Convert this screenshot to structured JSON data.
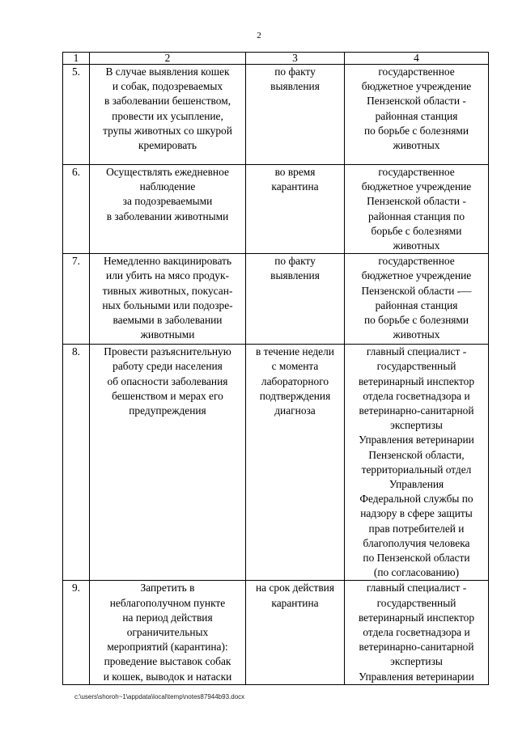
{
  "page": {
    "number": "2"
  },
  "table": {
    "header": [
      "1",
      "2",
      "3",
      "4"
    ],
    "rows": [
      {
        "num": "5.",
        "action": "В случае выявления кошек\nи собак, подозреваемых\nв заболевании бешенством,\nпровести их усыпление,\nтрупы животных со шкурой\nкремировать",
        "term": "по факту\nвыявления",
        "responsible": "государственное\nбюджетное учреждение\nПензенской области -\nрайонная станция\nпо борьбе с болезнями\nживотных"
      },
      {
        "num": "6.",
        "action": "Осуществлять ежедневное\nнаблюдение\nза подозреваемыми\nв заболевании животными",
        "term": "во время\nкарантина",
        "responsible": "государственное\nбюджетное учреждение\nПензенской области -\nрайонная станция по\nборьбе с болезнями\nживотных"
      },
      {
        "num": "7.",
        "action": "Немедленно вакцинировать\nили убить на мясо продук-\nтивных животных, покусан-\nных больными или подозре-\nваемыми в заболевании\nживотными",
        "term": "по факту\nвыявления",
        "responsible": "государственное\nбюджетное учреждение\nПензенской области -—\nрайонная станция\nпо борьбе с болезнями\nживотных"
      },
      {
        "num": "8.",
        "action": "Провести разъяснительную\nработу среди населения\nоб опасности заболевания\nбешенством и мерах его\nпредупреждения",
        "term": "в течение недели\nс момента\nлабораторного\nподтверждения\nдиагноза",
        "responsible": "главный специалист -\nгосударственный\nветеринарный инспектор\nотдела госветнадзора и\nветеринарно-санитарной\nэкспертизы\nУправления ветеринарии\nПензенской области,\nтерриториальный отдел\nУправления\nФедеральной службы по\nнадзору в сфере защиты\nправ потребителей и\nблагополучия человека\nпо Пензенской области\n(по согласованию)"
      },
      {
        "num": "9.",
        "action": "Запретить в\nнеблагополучном пункте\nна период действия\nограничительных\nмероприятий (карантина):\nпроведение выставок собак\nи кошек, выводок и натаски",
        "term": "на срок действия\nкарантина",
        "responsible": "главный специалист -\nгосударственный\nветеринарный инспектор\nотдела госветнадзора и\nветеринарно-санитарной\nэкспертизы\nУправления ветеринарии"
      }
    ]
  },
  "footer": {
    "path": "c:\\users\\shoroh~1\\appdata\\local\\temp\\notes87944b93.docx"
  }
}
